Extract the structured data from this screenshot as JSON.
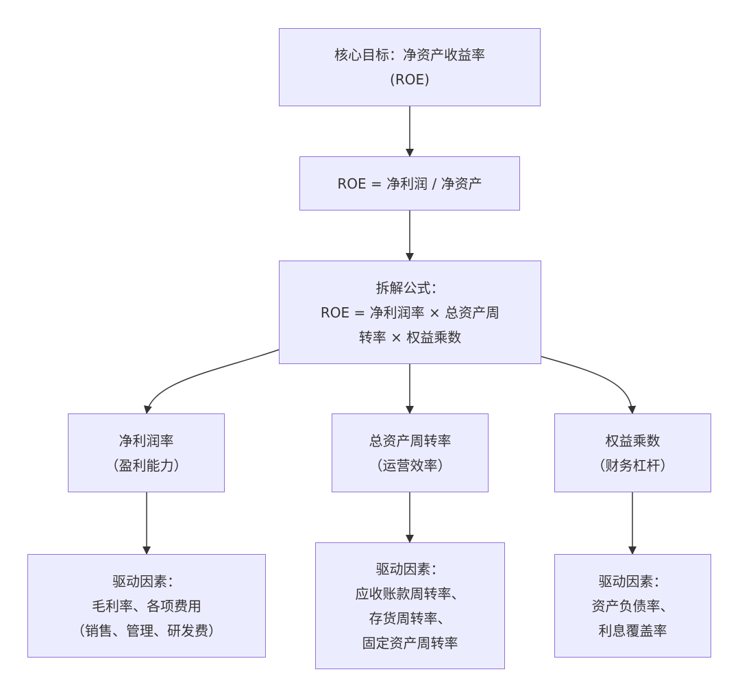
{
  "diagram": {
    "colors": {
      "node_fill": "#ECECFF",
      "node_border": "#9370DB",
      "text": "#333333",
      "edge": "#333333"
    },
    "nodes": {
      "roe_goal": {
        "lines": [
          "核心目标：净资产收益率",
          "(ROE)"
        ]
      },
      "roe_formula": {
        "lines": [
          "ROE = 净利润 / 净资产"
        ]
      },
      "dupont_formula": {
        "lines": [
          "拆解公式：",
          "ROE = 净利润率 × 总资产周",
          "转率 × 权益乘数"
        ]
      },
      "net_margin": {
        "lines": [
          "净利润率",
          "（盈利能力）"
        ]
      },
      "asset_turnover": {
        "lines": [
          "总资产周转率",
          "（运营效率）"
        ]
      },
      "equity_multiplier": {
        "lines": [
          "权益乘数",
          "（财务杠杆）"
        ]
      },
      "margin_drivers": {
        "lines": [
          "驱动因素：",
          "毛利率、各项费用",
          "（销售、管理、研发费）"
        ]
      },
      "turnover_drivers": {
        "lines": [
          "驱动因素：",
          "应收账款周转率、",
          "存货周转率、",
          "固定资产周转率"
        ]
      },
      "leverage_drivers": {
        "lines": [
          "驱动因素：",
          "资产负债率、",
          "利息覆盖率"
        ]
      }
    },
    "edges": [
      {
        "from": "roe_goal",
        "to": "roe_formula"
      },
      {
        "from": "roe_formula",
        "to": "dupont_formula"
      },
      {
        "from": "dupont_formula",
        "to": "net_margin"
      },
      {
        "from": "dupont_formula",
        "to": "asset_turnover"
      },
      {
        "from": "dupont_formula",
        "to": "equity_multiplier"
      },
      {
        "from": "net_margin",
        "to": "margin_drivers"
      },
      {
        "from": "asset_turnover",
        "to": "turnover_drivers"
      },
      {
        "from": "equity_multiplier",
        "to": "leverage_drivers"
      }
    ]
  }
}
